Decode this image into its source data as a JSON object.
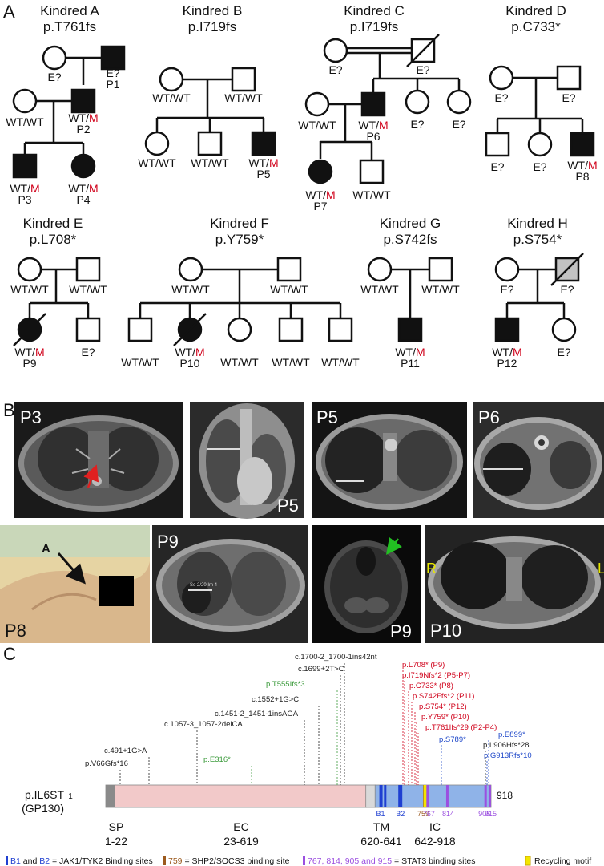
{
  "panel_labels": {
    "a": "A",
    "b": "B",
    "c": "C"
  },
  "genotypes": {
    "wt": "WT/",
    "m": "M",
    "wtwt": "WT/WT",
    "e": "E?",
    "m_color": "#d0021b"
  },
  "kindreds": [
    {
      "name": "Kindred A",
      "variant": "p.T761fs"
    },
    {
      "name": "Kindred B",
      "variant": "p.I719fs"
    },
    {
      "name": "Kindred C",
      "variant": "p.I719fs"
    },
    {
      "name": "Kindred D",
      "variant": "p.C733*"
    },
    {
      "name": "Kindred E",
      "variant": "p.L708*"
    },
    {
      "name": "Kindred F",
      "variant": "p.Y759*"
    },
    {
      "name": "Kindred G",
      "variant": "p.S742fs"
    },
    {
      "name": "Kindred H",
      "variant": "p.S754*"
    }
  ],
  "patients": [
    "P1",
    "P2",
    "P3",
    "P4",
    "P5",
    "P6",
    "P7",
    "P8",
    "P9",
    "P10",
    "P11",
    "P12"
  ],
  "images": {
    "labels": [
      "P3",
      "P5",
      "P5",
      "P6",
      "P8",
      "P9",
      "P9",
      "P10"
    ],
    "arrow_label": "A",
    "r_label": "R",
    "l_label": "L",
    "measure_text": "Se 2/20 Im 4"
  },
  "protein": {
    "name_line1": "p.IL6ST",
    "name_line2": "(GP130)",
    "start": "1",
    "end": "918",
    "length": 918,
    "domains": [
      {
        "abbr": "SP",
        "range": "1-22",
        "start": 1,
        "end": 22
      },
      {
        "abbr": "EC",
        "range": "23-619",
        "start": 23,
        "end": 619
      },
      {
        "abbr": "TM",
        "range": "620-641",
        "start": 620,
        "end": 641
      },
      {
        "abbr": "IC",
        "range": "642-918",
        "start": 642,
        "end": 918
      }
    ],
    "site_labels": {
      "b1": "B1",
      "b2": "B2",
      "s759": "759",
      "s767": "767",
      "s814": "814",
      "s905": "905",
      "s915": "915"
    },
    "colors": {
      "sp": "#8a8a8a",
      "ec": "#f2c9c9",
      "tm": "#d9d9d9",
      "ic": "#8fb3e8",
      "jak": "#1f3fd1",
      "shp2": "#9c5a1e",
      "stat3": "#9b4fe0",
      "recycling": "#f2e600",
      "black_variant": "#222222",
      "green_variant": "#3a9a3a",
      "red_variant": "#d0021b",
      "blue_variant": "#1f48c9"
    },
    "variants_black_green": [
      {
        "text": "p.V66Gfs*16",
        "color": "black"
      },
      {
        "text": "c.491+1G>A",
        "color": "black"
      },
      {
        "text": "c.1057-3_1057-2delCA",
        "color": "black"
      },
      {
        "text": "p.E316*",
        "color": "green"
      },
      {
        "text": "c.1451-2_1451-1insAGA",
        "color": "black"
      },
      {
        "text": "c.1552+1G>C",
        "color": "black"
      },
      {
        "text": "p.T555Ifs*3",
        "color": "green"
      },
      {
        "text": "c.1699+2T>C",
        "color": "black"
      },
      {
        "text": "c.1700-2_1700-1ins42nt",
        "color": "black"
      }
    ],
    "variants_red": [
      "p.L708* (P9)",
      "p.I719Nfs*2 (P5-P7)",
      "p.C733* (P8)",
      "p.S742Ffs*2 (P11)",
      "p.S754* (P12)",
      "p.Y759* (P10)",
      "p.T761Ifs*29 (P2-P4)"
    ],
    "variants_right": [
      {
        "text": "p.S789*",
        "color": "blue"
      },
      {
        "text": "p.E899*",
        "color": "blue"
      },
      {
        "text": "p.L906Hfs*28",
        "color": "black"
      },
      {
        "text": "p.G913Rfs*10",
        "color": "blue"
      }
    ]
  },
  "legend": {
    "b1": "B1",
    "and": " and ",
    "b2": "B2",
    "jak_text": " = JAK1/TYK2 Binding sites",
    "shp2_num": "759",
    "shp2_text": " = SHP2/SOCS3 binding site",
    "stat3_nums": "767, 814, 905 and 915",
    "stat3_text": " = STAT3 binding sites",
    "recycling": "Recycling motif"
  }
}
